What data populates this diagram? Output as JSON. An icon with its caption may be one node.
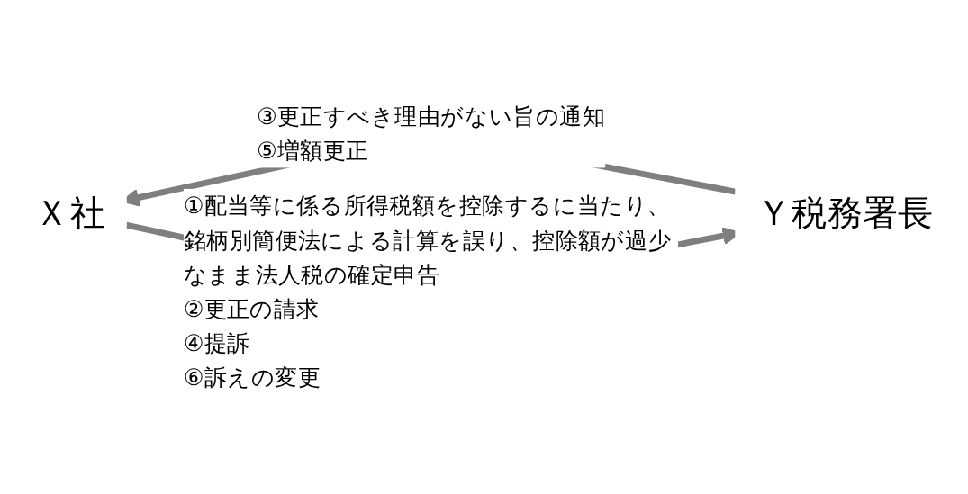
{
  "diagram": {
    "nodes": [
      {
        "text": [
          "Ｘ社"
        ]
      },
      {
        "text": [
          "Ｙ税務署長"
        ]
      }
    ],
    "edges": [
      {
        "from": 1,
        "to": 0,
        "arrow": "to",
        "label": "③更正すべき理由がない旨の通知 ⑤増額更正"
      },
      {
        "from": 0,
        "to": 1,
        "arrow": "to",
        "label": "①配当等に係る所得税額を控除するに当たり、銘柄別簡便法による計算を誤り、控除額が過少なまま法人税の確定申告 ②更正の請求 ④提訴 ⑥訴えの変更"
      }
    ]
  }
}
